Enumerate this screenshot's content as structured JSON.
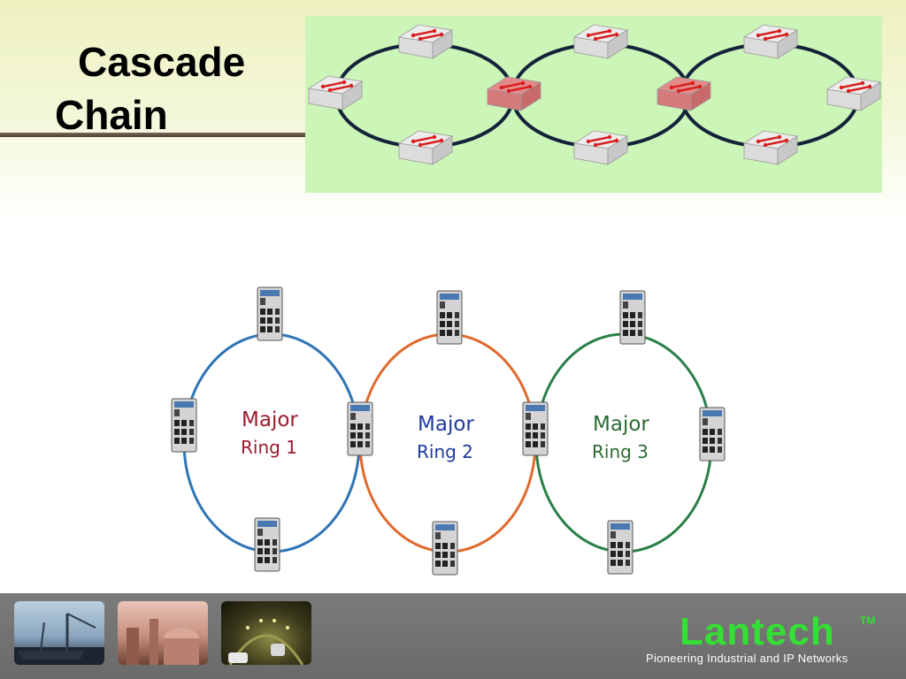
{
  "title": {
    "line1": "Cascade",
    "line2": "Chain"
  },
  "rings": [
    {
      "line1": "Major",
      "line2": "Ring 1",
      "color": "#2f74b6",
      "label_color": "#9b1b2f"
    },
    {
      "line1": "Major",
      "line2": "Ring 2",
      "color": "#e06a2e",
      "label_color": "#1f3a9e"
    },
    {
      "line1": "Major",
      "line2": "Ring 3",
      "color": "#2a8048",
      "label_color": "#2a6b32"
    }
  ],
  "colors": {
    "top_panel_bg": "#ccf5b8",
    "top_ring_stroke": "#14233a",
    "switch_normal": "#ececec",
    "switch_shared": "#e58a8a",
    "arrow": "#d91d1d"
  },
  "footer": {
    "brand": "Lantech",
    "trademark": "TM",
    "tagline": "Pioneering Industrial and IP Networks"
  }
}
